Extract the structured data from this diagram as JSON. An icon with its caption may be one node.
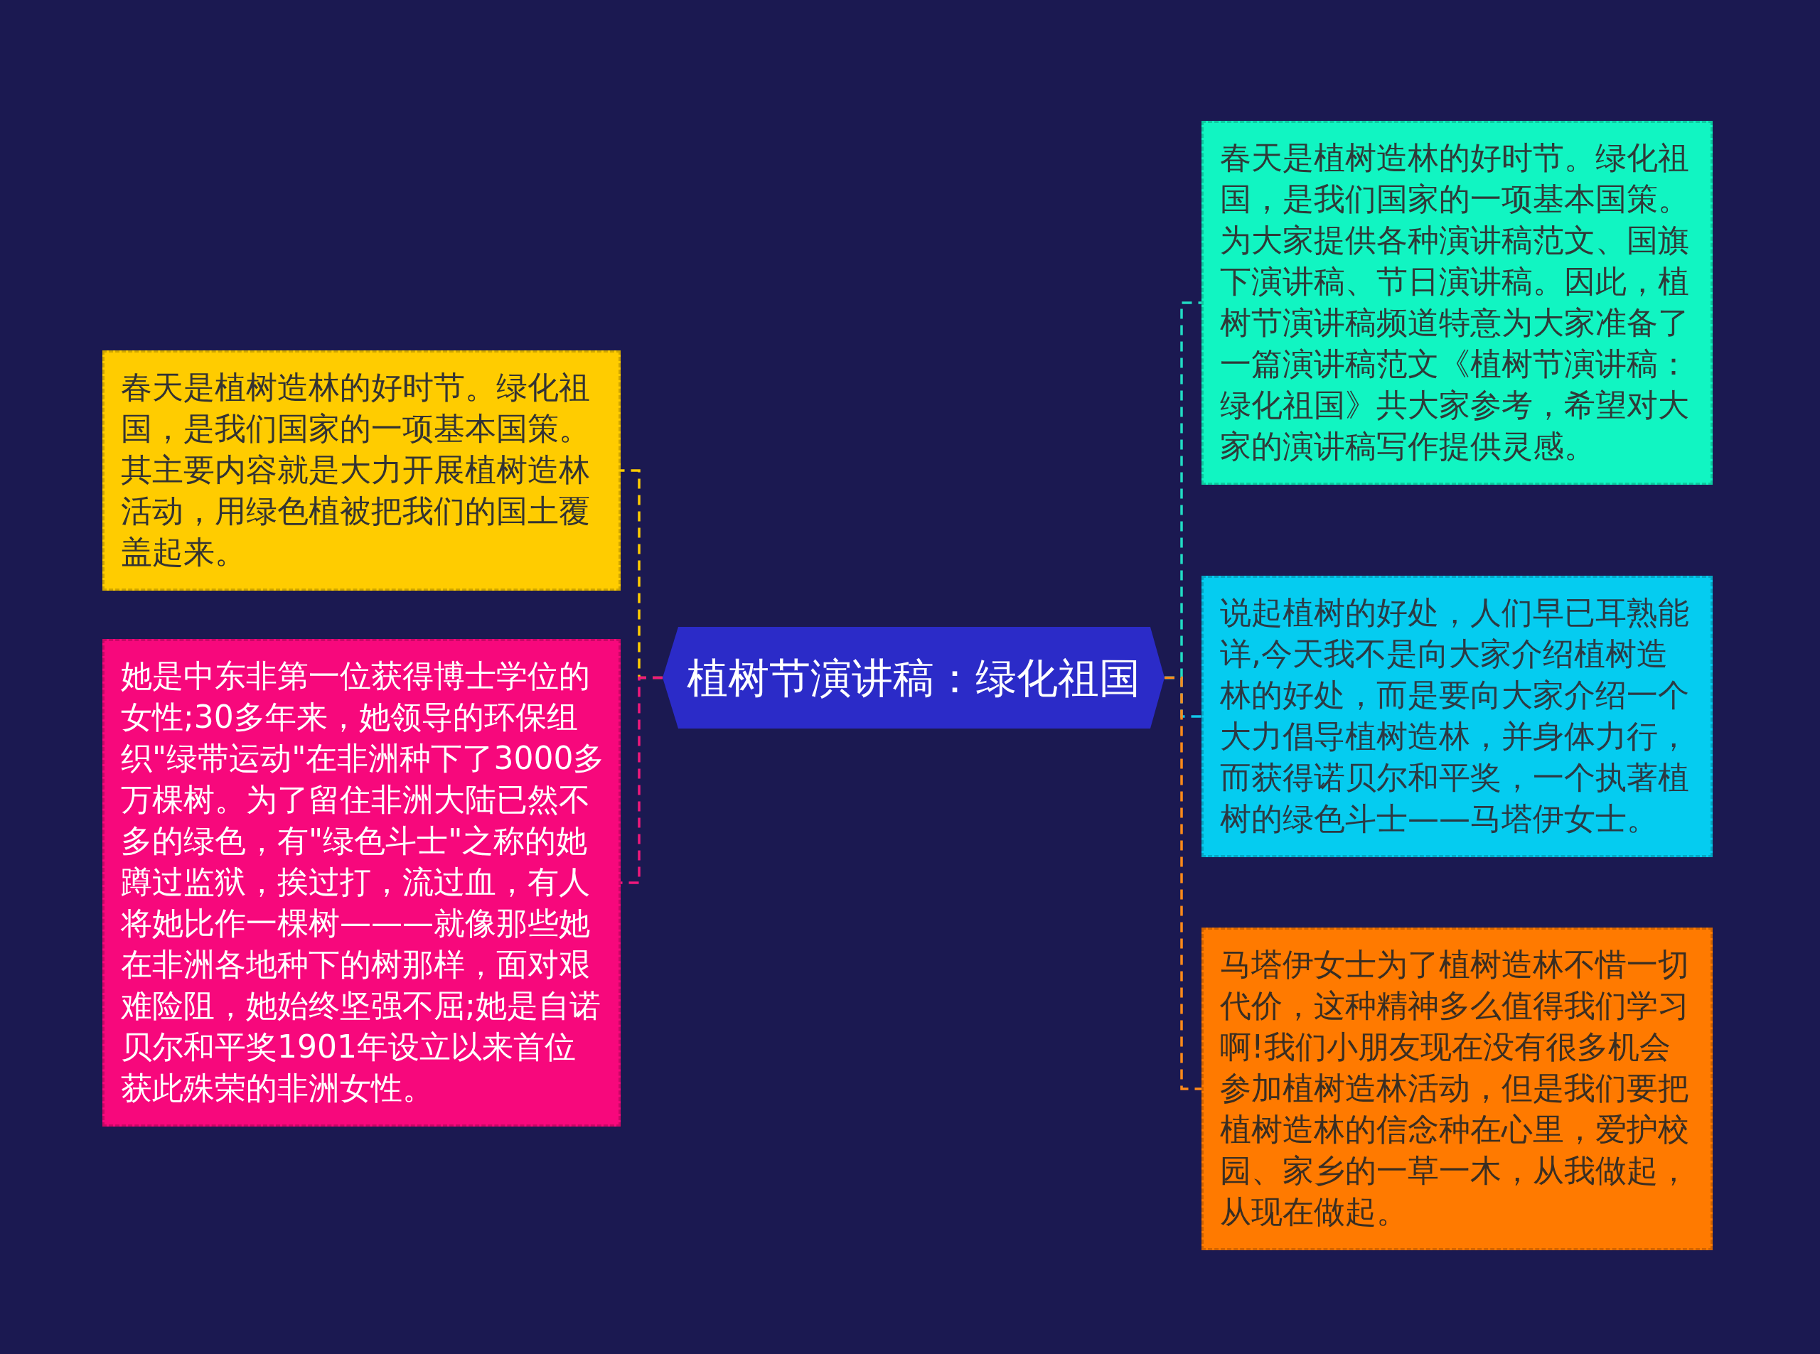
{
  "diagram": {
    "nodes": [
      {
        "text": [
          "植树节演讲稿：绿化祖国"
        ]
      },
      {
        "text": [
          "春天是植树造林的好时节。绿化祖国，是我们国家的一项基本国策。其主要内容就是大力开展植树造林活动，用绿色植被把我们的国土覆盖起来。"
        ]
      },
      {
        "text": [
          "她是中东非第一位获得博士学位的女性;30多年来，她领导的环保组织\"绿带运动\"在非洲种下了3000多万棵树。为了留住非洲大陆已然不多的绿色，有\"绿色斗士\"之称的她蹲过监狱，挨过打，流过血，有人将她比作一棵树———就像那些她在非洲各地种下的树那样，面对艰难险阻，她始终坚强不屈;她是自诺贝尔和平奖1901年设立以来首位获此殊荣的非洲女性。"
        ]
      },
      {
        "text": [
          "春天是植树造林的好时节。绿化祖国，是我们国家的一项基本国策。为大家提供各种演讲稿范文、国旗下演讲稿、节日演讲稿。因此，植树节演讲稿频道特意为大家准备了一篇演讲稿范文《植树节演讲稿：绿化祖国》共大家参考，希望对大家的演讲稿写作提供灵感。"
        ]
      },
      {
        "text": [
          "说起植树的好处，人们早已耳熟能详,今天我不是向大家介绍植树造林的好处，而是要向大家介绍一个大力倡导植树造林，并身体力行，而获得诺贝尔和平奖，一个执著植树的绿色斗士——马塔伊女士。"
        ]
      },
      {
        "text": [
          "马塔伊女士为了植树造林不惜一切代价，这种精神多么值得我们学习啊!我们小朋友现在没有很多机会参加植树造林活动，但是我们要把植树造林的信念种在心里，爱护校园、家乡的一草一木，从我做起，从现在做起。"
        ]
      }
    ],
    "edges": [
      {
        "from": 0,
        "to": 1,
        "arrow": "none",
        "style": "dashed",
        "color": "#ffcc00"
      },
      {
        "from": 0,
        "to": 2,
        "arrow": "none",
        "style": "dashed",
        "color": "#f0187c"
      },
      {
        "from": 0,
        "to": 3,
        "arrow": "none",
        "style": "dashed",
        "color": "#22dcc4"
      },
      {
        "from": 0,
        "to": 4,
        "arrow": "none",
        "style": "dashed",
        "color": "#12c6ea"
      },
      {
        "from": 0,
        "to": 5,
        "arrow": "none",
        "style": "dashed",
        "color": "#ff8a1a"
      }
    ]
  }
}
